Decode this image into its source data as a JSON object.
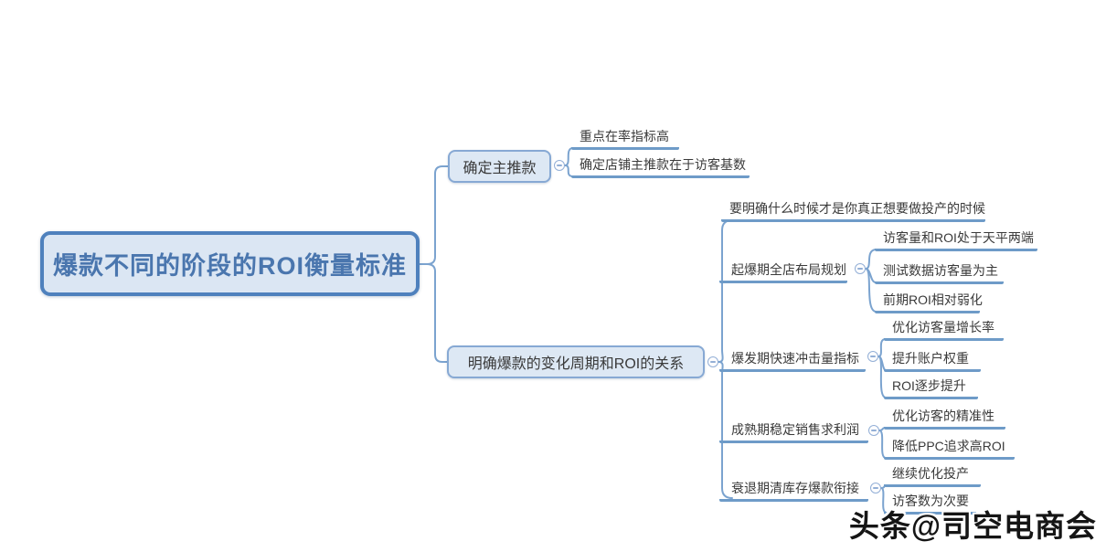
{
  "watermark": {
    "text": "头条@司空电商会"
  },
  "colors": {
    "accent": "#4f81bd",
    "branch_border": "#87a9d4",
    "node_fill": "#dde8f4",
    "line": "#7ba3cf",
    "underline": "#6e9bc8",
    "text": "#3a3a3a"
  },
  "icons": {
    "collapse": "minus-circle-icon"
  },
  "map": {
    "root": {
      "label": "爆款不同的阶段的ROI衡量标准"
    },
    "branches": [
      {
        "label": "确定主推款",
        "children": [
          {
            "label": "重点在率指标高"
          },
          {
            "label": "确定店铺主推款在于访客基数"
          }
        ]
      },
      {
        "label": "明确爆款的变化周期和ROI的关系",
        "children": [
          {
            "label": "要明确什么时候才是你真正想要做投产的时候"
          },
          {
            "label": "起爆期全店布局规划",
            "children": [
              {
                "label": "访客量和ROI处于天平两端"
              },
              {
                "label": "测试数据访客量为主"
              },
              {
                "label": "前期ROI相对弱化"
              }
            ]
          },
          {
            "label": "爆发期快速冲击量指标",
            "children": [
              {
                "label": "优化访客量增长率"
              },
              {
                "label": "提升账户权重"
              },
              {
                "label": "ROI逐步提升"
              }
            ]
          },
          {
            "label": "成熟期稳定销售求利润",
            "children": [
              {
                "label": "优化访客的精准性"
              },
              {
                "label": "降低PPC追求高ROI"
              }
            ]
          },
          {
            "label": "衰退期清库存爆款衔接",
            "children": [
              {
                "label": "继续优化投产"
              },
              {
                "label": "访客数为次要"
              }
            ]
          }
        ]
      }
    ]
  }
}
